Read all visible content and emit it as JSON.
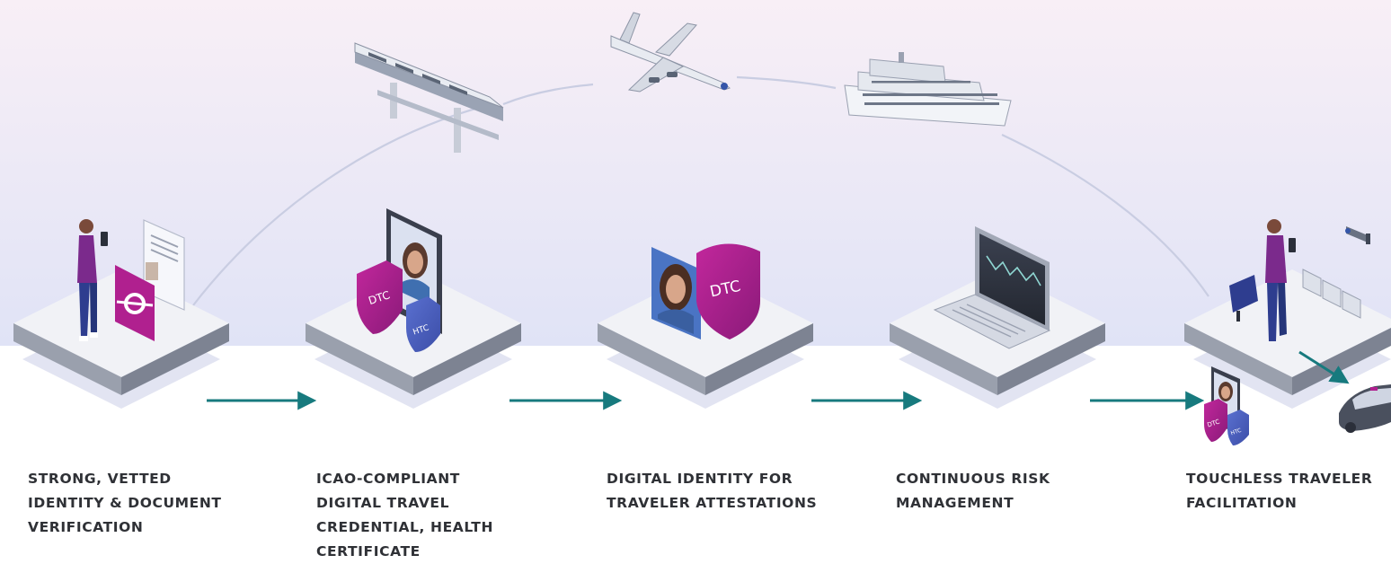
{
  "colors": {
    "accent_teal": "#177a7e",
    "accent_magenta": "#b0208f",
    "shield_blue": "#4f63c2",
    "sky_top": "#f7eef6",
    "sky_bottom": "#e2e5f7",
    "caption_text": "#2f3136"
  },
  "transport": [
    {
      "name": "monorail",
      "icon": "monorail-icon"
    },
    {
      "name": "airplane",
      "icon": "airplane-icon"
    },
    {
      "name": "cruise-ship",
      "icon": "cruise-ship-icon"
    }
  ],
  "steps": [
    {
      "id": "identity",
      "icon": "identity-verification-illustration",
      "caption": [
        "STRONG, VETTED",
        "IDENTITY & DOCUMENT",
        "VERIFICATION"
      ]
    },
    {
      "id": "dtc",
      "icon": "digital-travel-credential-illustration",
      "badge_main": "DTC",
      "badge_small": "HTC",
      "caption": [
        "ICAO-COMPLIANT",
        "DIGITAL TRAVEL",
        "CREDENTIAL, HEALTH",
        "CERTIFICATE"
      ]
    },
    {
      "id": "attestation",
      "icon": "digital-identity-illustration",
      "badge_main": "DTC",
      "caption": [
        "DIGITAL IDENTITY FOR",
        "TRAVELER ATTESTATIONS"
      ]
    },
    {
      "id": "risk",
      "icon": "laptop-risk-illustration",
      "caption": [
        "CONTINUOUS RISK",
        "MANAGEMENT"
      ]
    },
    {
      "id": "touchless",
      "icon": "touchless-traveler-illustration",
      "badge_main": "DTC",
      "badge_small": "HTC",
      "caption": [
        "TOUCHLESS TRAVELER",
        "FACILITATION"
      ]
    }
  ]
}
